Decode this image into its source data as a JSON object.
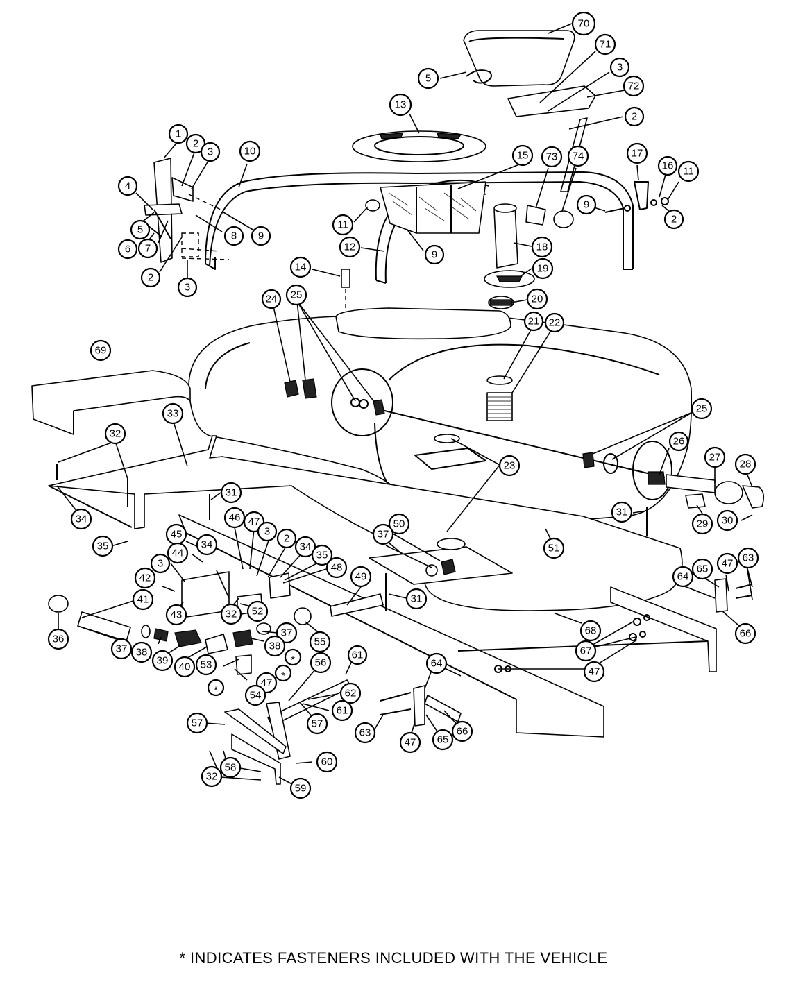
{
  "diagram": {
    "callouts": [
      {
        "id": "c70",
        "label": "70"
      },
      {
        "id": "c5a",
        "label": "5"
      },
      {
        "id": "c71",
        "label": "71"
      },
      {
        "id": "c3a",
        "label": "3"
      },
      {
        "id": "c72",
        "label": "72"
      },
      {
        "id": "c13",
        "label": "13"
      },
      {
        "id": "c2a",
        "label": "2"
      },
      {
        "id": "c1",
        "label": "1"
      },
      {
        "id": "c2b",
        "label": "2"
      },
      {
        "id": "c3b",
        "label": "3"
      },
      {
        "id": "c10",
        "label": "10"
      },
      {
        "id": "c15",
        "label": "15"
      },
      {
        "id": "c73",
        "label": "73"
      },
      {
        "id": "c74",
        "label": "74"
      },
      {
        "id": "c17",
        "label": "17"
      },
      {
        "id": "c16",
        "label": "16"
      },
      {
        "id": "c11a",
        "label": "11"
      },
      {
        "id": "c4",
        "label": "4"
      },
      {
        "id": "c9a",
        "label": "9"
      },
      {
        "id": "c2c",
        "label": "2"
      },
      {
        "id": "c5b",
        "label": "5"
      },
      {
        "id": "c11b",
        "label": "11"
      },
      {
        "id": "c8",
        "label": "8"
      },
      {
        "id": "c9b",
        "label": "9"
      },
      {
        "id": "c6",
        "label": "6"
      },
      {
        "id": "c7",
        "label": "7"
      },
      {
        "id": "c12",
        "label": "12"
      },
      {
        "id": "c18",
        "label": "18"
      },
      {
        "id": "c9c",
        "label": "9"
      },
      {
        "id": "c2d",
        "label": "2"
      },
      {
        "id": "c3c",
        "label": "3"
      },
      {
        "id": "c14",
        "label": "14"
      },
      {
        "id": "c19",
        "label": "19"
      },
      {
        "id": "c24",
        "label": "24"
      },
      {
        "id": "c25a",
        "label": "25"
      },
      {
        "id": "c20",
        "label": "20"
      },
      {
        "id": "c21",
        "label": "21"
      },
      {
        "id": "c22",
        "label": "22"
      },
      {
        "id": "c69",
        "label": "69"
      },
      {
        "id": "c25b",
        "label": "25"
      },
      {
        "id": "c33",
        "label": "33"
      },
      {
        "id": "c32a",
        "label": "32"
      },
      {
        "id": "c26",
        "label": "26"
      },
      {
        "id": "c27",
        "label": "27"
      },
      {
        "id": "c28",
        "label": "28"
      },
      {
        "id": "c23",
        "label": "23"
      },
      {
        "id": "c31a",
        "label": "31"
      },
      {
        "id": "c34a",
        "label": "34"
      },
      {
        "id": "c29",
        "label": "29"
      },
      {
        "id": "c30",
        "label": "30"
      },
      {
        "id": "c31b",
        "label": "31"
      },
      {
        "id": "c46",
        "label": "46"
      },
      {
        "id": "c47a",
        "label": "47"
      },
      {
        "id": "c50",
        "label": "50"
      },
      {
        "id": "c35a",
        "label": "35"
      },
      {
        "id": "c45",
        "label": "45"
      },
      {
        "id": "c3d",
        "label": "3"
      },
      {
        "id": "c37a",
        "label": "37"
      },
      {
        "id": "c51",
        "label": "51"
      },
      {
        "id": "c2e",
        "label": "2"
      },
      {
        "id": "c44",
        "label": "44"
      },
      {
        "id": "c34b",
        "label": "34"
      },
      {
        "id": "c35b",
        "label": "35"
      },
      {
        "id": "c3e",
        "label": "3"
      },
      {
        "id": "c34c",
        "label": "34"
      },
      {
        "id": "c63a",
        "label": "63"
      },
      {
        "id": "c47b",
        "label": "47"
      },
      {
        "id": "c48",
        "label": "48"
      },
      {
        "id": "c49",
        "label": "49"
      },
      {
        "id": "c65a",
        "label": "65"
      },
      {
        "id": "c42",
        "label": "42"
      },
      {
        "id": "c64a",
        "label": "64"
      },
      {
        "id": "c31c",
        "label": "31"
      },
      {
        "id": "c41",
        "label": "41"
      },
      {
        "id": "c32b",
        "label": "32"
      },
      {
        "id": "c52",
        "label": "52"
      },
      {
        "id": "c43",
        "label": "43"
      },
      {
        "id": "c66a",
        "label": "66"
      },
      {
        "id": "c68",
        "label": "68"
      },
      {
        "id": "c36",
        "label": "36"
      },
      {
        "id": "c37b",
        "label": "37"
      },
      {
        "id": "c55",
        "label": "55"
      },
      {
        "id": "c37c",
        "label": "37"
      },
      {
        "id": "c38a",
        "label": "38"
      },
      {
        "id": "c38b",
        "label": "38"
      },
      {
        "id": "c67",
        "label": "67"
      },
      {
        "id": "c39",
        "label": "39"
      },
      {
        "id": "c40",
        "label": "40"
      },
      {
        "id": "cs1",
        "label": "*"
      },
      {
        "id": "c53",
        "label": "53"
      },
      {
        "id": "cs2",
        "label": "*"
      },
      {
        "id": "c47c",
        "label": "47"
      },
      {
        "id": "c56",
        "label": "56"
      },
      {
        "id": "c61a",
        "label": "61"
      },
      {
        "id": "c64b",
        "label": "64"
      },
      {
        "id": "c47d",
        "label": "47"
      },
      {
        "id": "cs3",
        "label": "*"
      },
      {
        "id": "c54",
        "label": "54"
      },
      {
        "id": "c62",
        "label": "62"
      },
      {
        "id": "c61b",
        "label": "61"
      },
      {
        "id": "c57a",
        "label": "57"
      },
      {
        "id": "c57b",
        "label": "57"
      },
      {
        "id": "c63b",
        "label": "63"
      },
      {
        "id": "c66b",
        "label": "66"
      },
      {
        "id": "c47e",
        "label": "47"
      },
      {
        "id": "c65b",
        "label": "65"
      },
      {
        "id": "c60",
        "label": "60"
      },
      {
        "id": "c58",
        "label": "58"
      },
      {
        "id": "c32c",
        "label": "32"
      },
      {
        "id": "c59",
        "label": "59"
      }
    ],
    "footnote": "*  INDICATES FASTENERS INCLUDED WITH THE VEHICLE"
  }
}
